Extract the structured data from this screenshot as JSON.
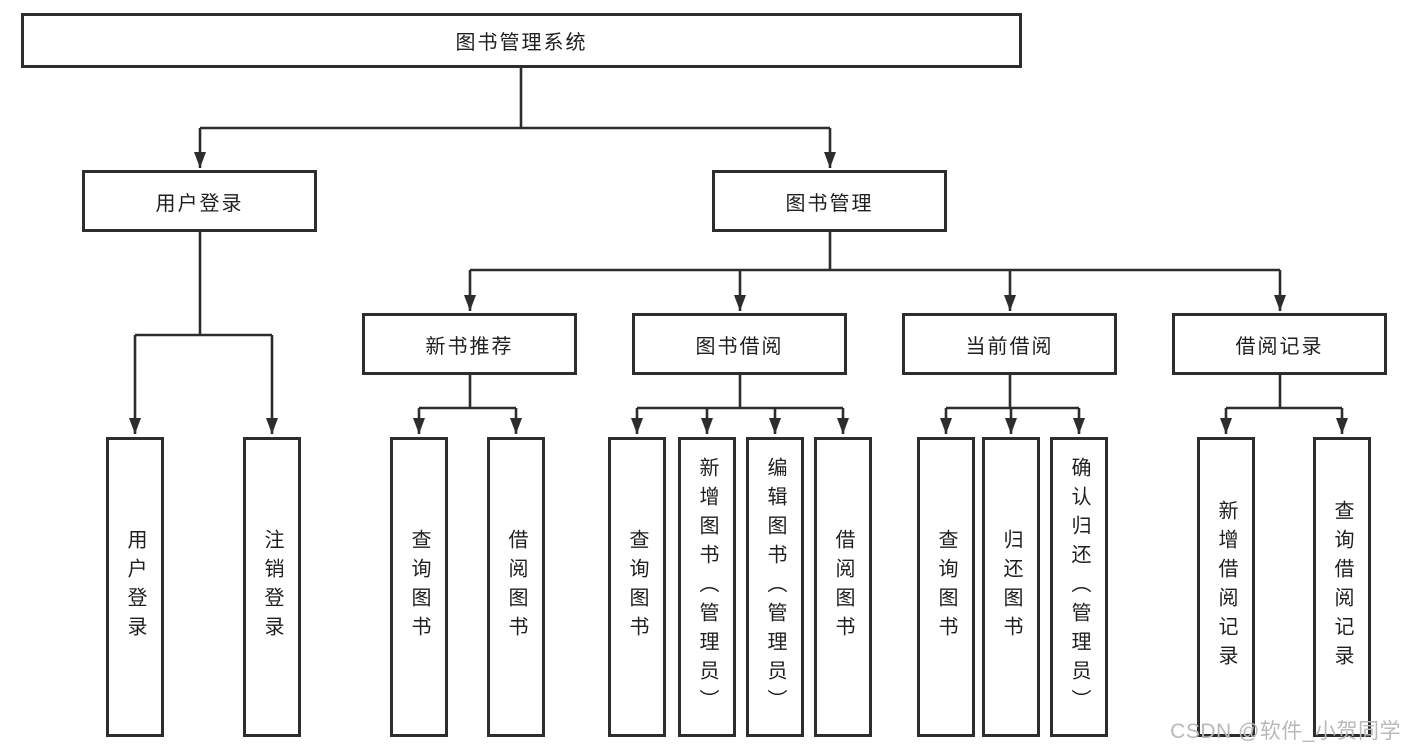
{
  "diagram": {
    "root": {
      "label": "图书管理系统"
    },
    "level2": [
      {
        "label": "用户登录"
      },
      {
        "label": "图书管理"
      }
    ],
    "level3": [
      {
        "label": "新书推荐"
      },
      {
        "label": "图书借阅"
      },
      {
        "label": "当前借阅"
      },
      {
        "label": "借阅记录"
      }
    ],
    "leaves": [
      {
        "label": "用户登录"
      },
      {
        "label": "注销登录"
      },
      {
        "label": "查询图书"
      },
      {
        "label": "借阅图书"
      },
      {
        "label": "查询图书"
      },
      {
        "label": "新增图书（管理员）"
      },
      {
        "label": "编辑图书（管理员）"
      },
      {
        "label": "借阅图书"
      },
      {
        "label": "查询图书"
      },
      {
        "label": "归还图书"
      },
      {
        "label": "确认归还（管理员）"
      },
      {
        "label": "新增借阅记录"
      },
      {
        "label": "查询借阅记录"
      }
    ]
  },
  "watermark": {
    "text": "CSDN @软件_小贺同学"
  },
  "colors": {
    "line": "#2d2d2d",
    "border": "#2d2d2d",
    "text": "#1f1f1f",
    "watermark": "#b9b9b9",
    "background": "#ffffff"
  }
}
